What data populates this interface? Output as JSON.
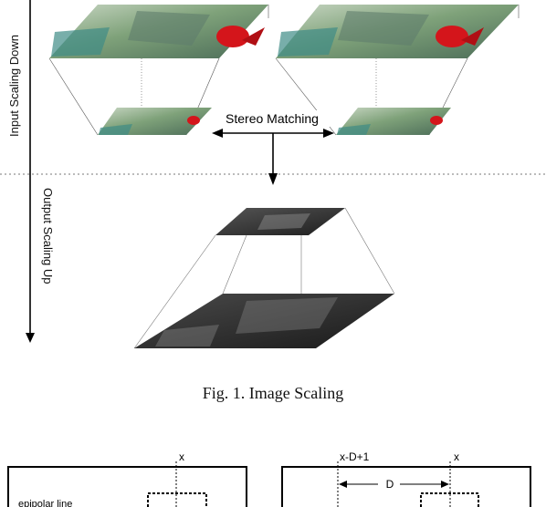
{
  "figure": {
    "input_axis_label": "Input Scaling Down",
    "output_axis_label": "Output Scaling Up",
    "stereo_label": "Stereo Matching",
    "caption": "Fig. 1.  Image Scaling"
  },
  "next_figure": {
    "left_marker": "x",
    "right_marker_left": "x-D+1",
    "right_marker_right": "x",
    "disparity_label": "D",
    "epipolar_label": "epipolar line"
  },
  "colors": {
    "photo_green": "#7fa27a",
    "photo_red": "#d4151b",
    "depth_dark": "#2b2b2b",
    "line": "#333333"
  }
}
